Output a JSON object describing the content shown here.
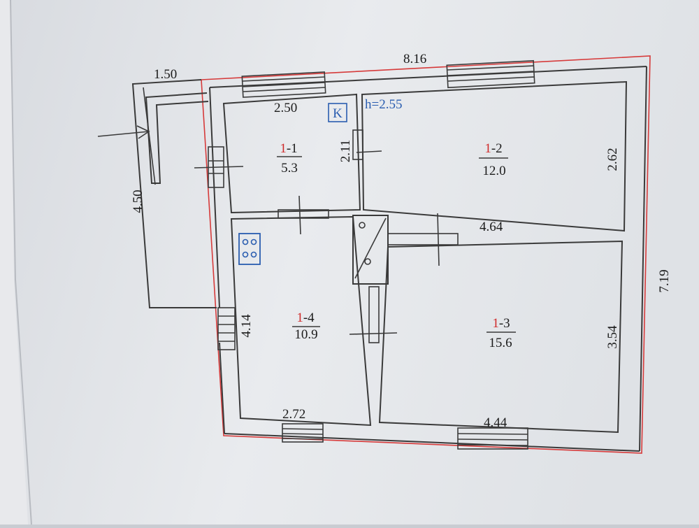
{
  "plan": {
    "total_width": "8.16",
    "total_depth": "7.19",
    "ceiling_height": "h=2.55",
    "kitchen_marker": "K",
    "porch": {
      "width": "1.50",
      "depth": "4.50"
    },
    "rooms": [
      {
        "id_prefix": "1",
        "id_suffix": "-1",
        "area": "5.3",
        "width": "2.50",
        "height": "2.11"
      },
      {
        "id_prefix": "1",
        "id_suffix": "-2",
        "area": "12.0",
        "width": "4.64",
        "height": "2.62"
      },
      {
        "id_prefix": "1",
        "id_suffix": "-3",
        "area": "15.6",
        "width": "4.44",
        "height": "3.54"
      },
      {
        "id_prefix": "1",
        "id_suffix": "-4",
        "area": "10.9",
        "width": "2.72",
        "height": "4.14"
      }
    ]
  },
  "colors": {
    "outline": "#d63a3a",
    "walls": "#3a3a3a",
    "labels": "#2a5db0",
    "paper": "#e6e8ec"
  }
}
